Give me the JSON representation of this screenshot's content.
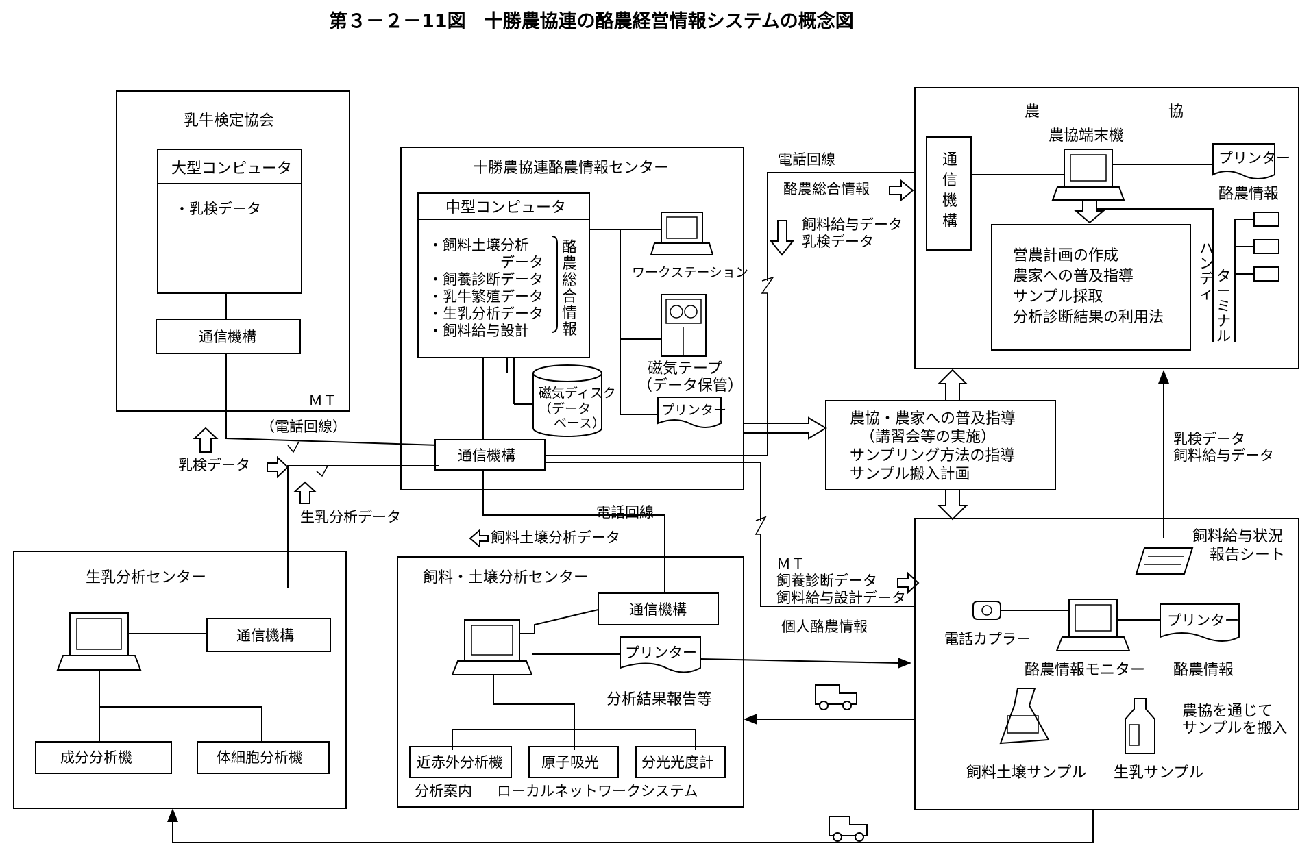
{
  "title": "第３－２－11図　十勝農協連の酪農経営情報システムの概念図",
  "milk_assoc": {
    "title": "乳牛検定協会",
    "computer": "大型コンピュータ",
    "data_item": "・乳検データ",
    "comm": "通信機構",
    "mt": "ＭＴ"
  },
  "center": {
    "title": "十勝農協連酪農情報センター",
    "computer": "中型コンピュータ",
    "items": [
      "・飼料土壌分析",
      "データ",
      "・飼養診断データ",
      "・乳牛繁殖データ",
      "・生乳分析データ",
      "・飼料給与設計"
    ],
    "brace_label": [
      "酪",
      "農",
      "総",
      "合",
      "情",
      "報"
    ],
    "workstation": "ワークステーション",
    "magtape": "磁気テープ",
    "magtape2": "（データ保管）",
    "disk": [
      "磁気ディスク",
      "（データ",
      "ベース）"
    ],
    "printer": "プリンター",
    "comm": "通信機構"
  },
  "nokyo": {
    "title_a": "農",
    "title_b": "協",
    "terminal": "農協端末機",
    "comm": [
      "通",
      "信",
      "機",
      "構"
    ],
    "printer": "プリンター",
    "printer_label": "酪農情報",
    "tasks": [
      "営農計画の作成",
      "農家への普及指導",
      "サンプル採取",
      "分析診断結果の利用法"
    ],
    "handy": [
      "ハ",
      "ン",
      "デ",
      "ィ"
    ],
    "terminal_v": [
      "タ",
      "ー",
      "ミ",
      "ナ",
      "ル"
    ]
  },
  "guidance": [
    "農協・農家への普及指導",
    "（講習会等の実施）",
    "サンプリング方法の指導",
    "サンプル搬入計画"
  ],
  "links": {
    "phone_line_top": "電話回線",
    "dairy_info": "酪農総合情報",
    "feed_data": "飼料給与データ",
    "milk_check": "乳検データ",
    "phone_line_paren": "（電話回線）",
    "milk_check_left": "乳検データ",
    "raw_milk_data": "生乳分析データ",
    "phone_line_mid": "電話回線",
    "feed_soil_data": "飼料土壌分析データ",
    "right_milk": "乳検データ",
    "right_feed": "飼料給与データ",
    "mt2": "ＭＴ",
    "feeding_diag": "飼養診断データ",
    "feeding_design": "飼料給与設計データ",
    "individual": "個人酪農情報"
  },
  "raw_milk_center": {
    "title": "生乳分析センター",
    "comm": "通信機構",
    "analyzer1": "成分分析機",
    "analyzer2": "体細胞分析機"
  },
  "feed_center": {
    "title": "飼料・土壌分析センター",
    "comm": "通信機構",
    "printer": "プリンター",
    "report": "分析結果報告等",
    "inst1": "近赤外分析機",
    "inst2": "原子吸光",
    "inst3": "分光光度計",
    "guide": "分析案内",
    "lan": "ローカルネットワークシステム"
  },
  "farm": {
    "feed_sheet": [
      "飼料給与状況",
      "報告シート"
    ],
    "coupler": "電話カプラー",
    "monitor": "酪農情報モニター",
    "printer": "プリンター",
    "printer_label": "酪農情報",
    "sample_soil": "飼料土壌サンプル",
    "sample_milk": "生乳サンプル",
    "note": [
      "農協を通じて",
      "サンプルを搬入"
    ]
  }
}
